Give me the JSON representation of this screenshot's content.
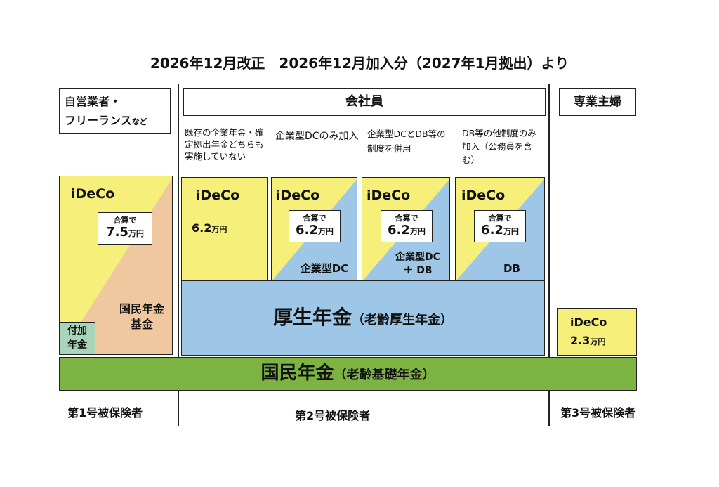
{
  "title": "2026年12月改正　2026年12月加入分（2027年1月拠出）より",
  "headers": {
    "self": [
      "自営業者・",
      "フリーランス",
      "など"
    ],
    "company": "会社員",
    "spouse": "専業主婦"
  },
  "notes": {
    "none": "既存の企業年金・確定拠出年金どちらも実施していない",
    "dc_only": "企業型DCのみ加入",
    "dc_db": "企業型DCとDB等の制度を併用",
    "db_only": "DB等の他制度のみ加入（公務員を含む）"
  },
  "ideco_label": "iDeCo",
  "sum_label": "合算で",
  "man_yen": "万円",
  "amounts": {
    "self": "7.5",
    "none": "6.2",
    "dc_only": "6.2",
    "dc_db": "6.2",
    "db_only": "6.2",
    "spouse": "2.3"
  },
  "plans": {
    "kokumin_kikin": "国民年金基金",
    "fuka": "付加年金",
    "dc": "企業型DC",
    "dc_db_1": "企業型DC",
    "dc_db_2": "＋ DB",
    "db": "DB"
  },
  "kosei": {
    "main": "厚生年金",
    "sub": "（老齢厚生年金）"
  },
  "kokumin": {
    "main": "国民年金",
    "sub": "（老齢基礎年金）"
  },
  "insured": {
    "no1": "第1号被保険者",
    "no2": "第2号被保険者",
    "no3": "第3号被保険者"
  },
  "colors": {
    "yellow": "#f6ef7a",
    "orange": "#f0c8a0",
    "blue": "#9ec6e6",
    "green": "#7cb342",
    "teal": "#a8d5ba"
  }
}
